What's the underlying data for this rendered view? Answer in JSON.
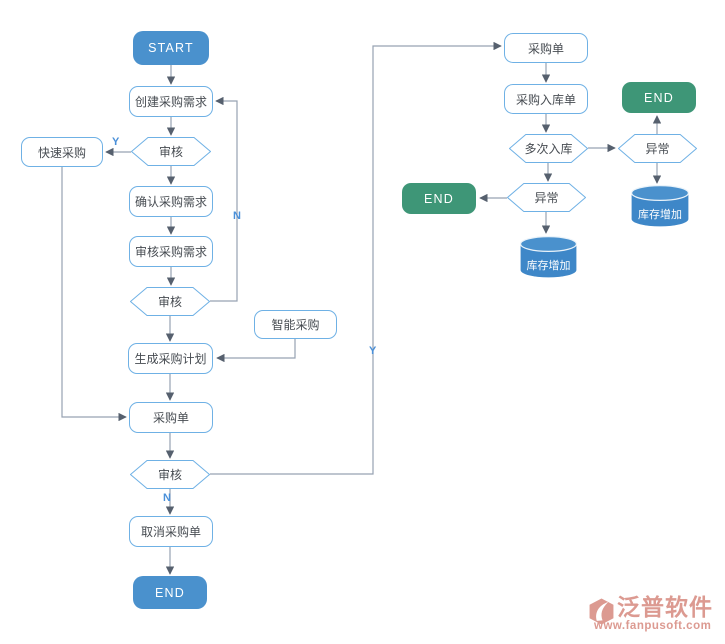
{
  "diagram": {
    "type": "flowchart",
    "nodes": {
      "start": {
        "label": "START"
      },
      "create_request": {
        "label": "创建采购需求"
      },
      "review_1": {
        "label": "审核"
      },
      "quick_purchase": {
        "label": "快速采购"
      },
      "confirm_request": {
        "label": "确认采购需求"
      },
      "review_request": {
        "label": "审核采购需求"
      },
      "review_2": {
        "label": "审核"
      },
      "smart_purchase": {
        "label": "智能采购"
      },
      "generate_plan": {
        "label": "生成采购计划"
      },
      "purchase_order": {
        "label": "采购单"
      },
      "review_3": {
        "label": "审核"
      },
      "cancel_order": {
        "label": "取消采购单"
      },
      "end_main": {
        "label": "END"
      },
      "purchase_order_right": {
        "label": "采购单"
      },
      "purchase_inbound_order": {
        "label": "采购入库单"
      },
      "multiple_inbound": {
        "label": "多次入库"
      },
      "abnormal_center": {
        "label": "异常"
      },
      "abnormal_right": {
        "label": "异常"
      },
      "end_center": {
        "label": "END"
      },
      "end_right": {
        "label": "END"
      },
      "stock_increase_center": {
        "label": "库存增加"
      },
      "stock_increase_right": {
        "label": "库存增加"
      }
    },
    "edge_labels": {
      "review_1_yes": "Y",
      "review_2_no": "N",
      "review_3_no": "N",
      "review_3_yes": "Y"
    },
    "colors": {
      "terminal_blue": "#4a91cd",
      "terminal_green": "#3e9677",
      "node_border_blue": "#6fb1e5",
      "connector_gray": "#97a2b2",
      "branch_label_blue": "#4a90d9",
      "watermark_salmon": "#dc9a91"
    }
  },
  "watermark": {
    "icon": "fanpu-logo-icon",
    "brand": "泛普软件",
    "url": "www.fanpusoft.com"
  }
}
